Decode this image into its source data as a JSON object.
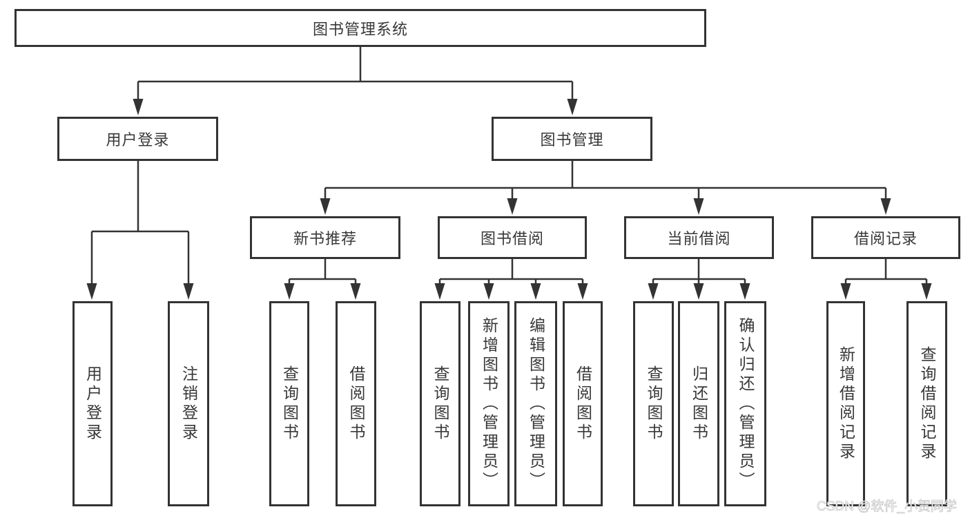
{
  "tree": {
    "label": "图书管理系统",
    "children": [
      {
        "label": "用户登录",
        "children": [
          {
            "label": "用户登录"
          },
          {
            "label": "注销登录"
          }
        ]
      },
      {
        "label": "图书管理",
        "children": [
          {
            "label": "新书推荐",
            "children": [
              {
                "label": "查询图书"
              },
              {
                "label": "借阅图书"
              }
            ]
          },
          {
            "label": "图书借阅",
            "children": [
              {
                "label": "查询图书"
              },
              {
                "label": "新增图书（管理员）"
              },
              {
                "label": "编辑图书（管理员）"
              },
              {
                "label": "借阅图书"
              }
            ]
          },
          {
            "label": "当前借阅",
            "children": [
              {
                "label": "查询图书"
              },
              {
                "label": "归还图书"
              },
              {
                "label": "确认归还（管理员）"
              }
            ]
          },
          {
            "label": "借阅记录",
            "children": [
              {
                "label": "新增借阅记录"
              },
              {
                "label": "查询借阅记录"
              }
            ]
          }
        ]
      }
    ]
  },
  "watermark": "CSDN @软件_小贺同学",
  "colors": {
    "line": "#333333",
    "box_border": "#333333",
    "box_fill": "#ffffff",
    "text": "#383838",
    "watermark_stroke": "#b5b5b5"
  }
}
